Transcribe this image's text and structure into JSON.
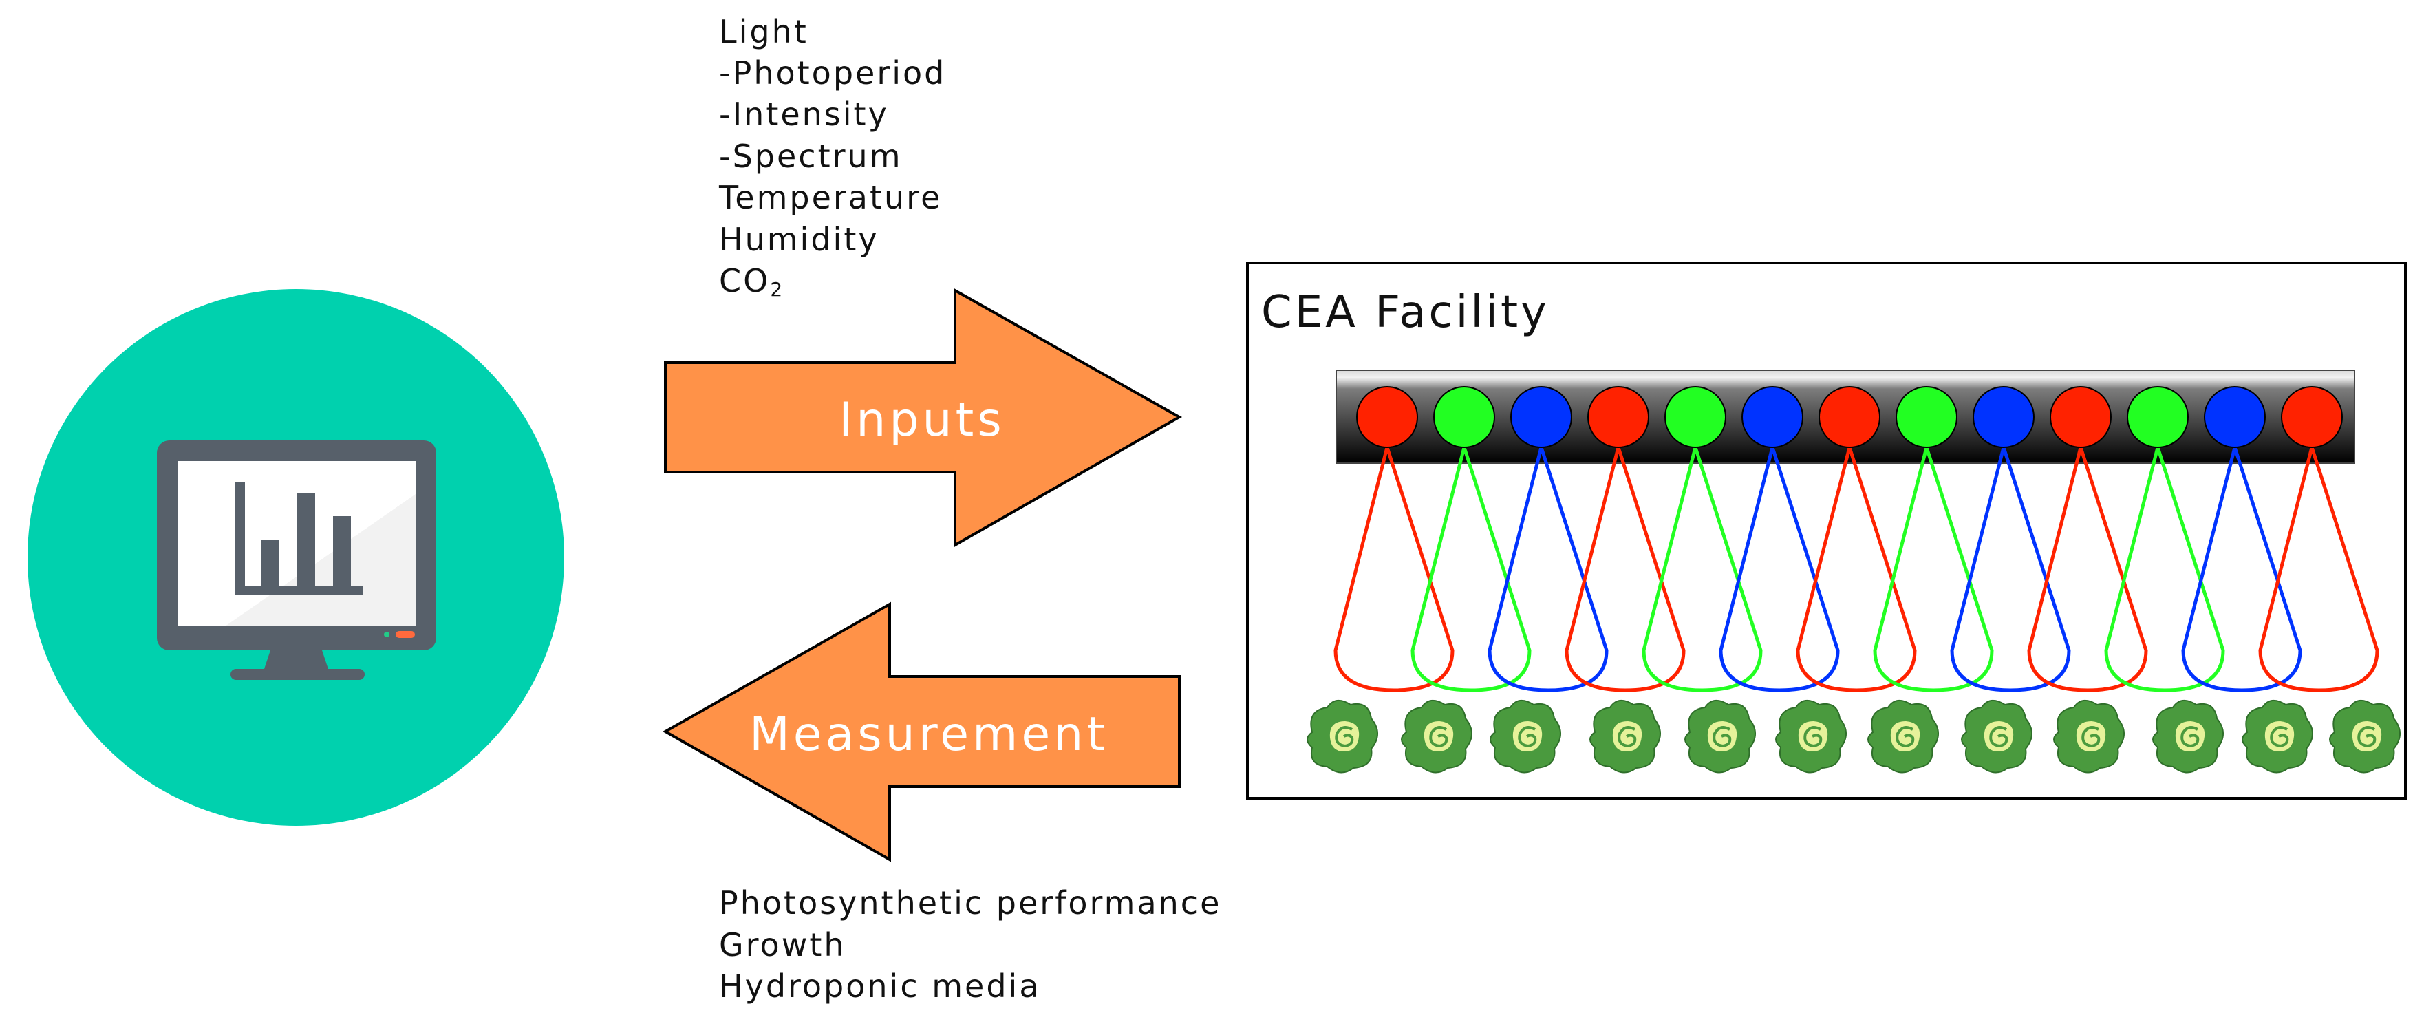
{
  "inputs_list": {
    "line1": "Light",
    "line2": "-Photoperiod",
    "line3": "-Intensity",
    "line4": "-Spectrum",
    "line5": "Temperature",
    "line6": "Humidity",
    "line7_main": "CO",
    "line7_sub": "2"
  },
  "inputs_arrow": {
    "label": "Inputs",
    "color": "#ff9248"
  },
  "measurement_arrow": {
    "label": "Measurement",
    "color": "#ff9248"
  },
  "measurement_list": {
    "line1": "Photosynthetic performance",
    "line2": "Growth",
    "line3": "Hydroponic media"
  },
  "facility": {
    "title": "CEA Facility"
  },
  "led_colors": [
    "red",
    "green",
    "blue",
    "red",
    "green",
    "blue",
    "red",
    "green",
    "blue",
    "red",
    "green",
    "blue",
    "red"
  ],
  "palette": {
    "red": "#ff2200",
    "green": "#22ff22",
    "blue": "#0033ff",
    "computer_circle": "#00d1ae",
    "plant_outer": "#4a9a3e",
    "plant_inner": "#e6f29a"
  },
  "icons": {
    "computer": "computer-monitor-chart-icon",
    "plant": "lettuce-plant-icon"
  }
}
